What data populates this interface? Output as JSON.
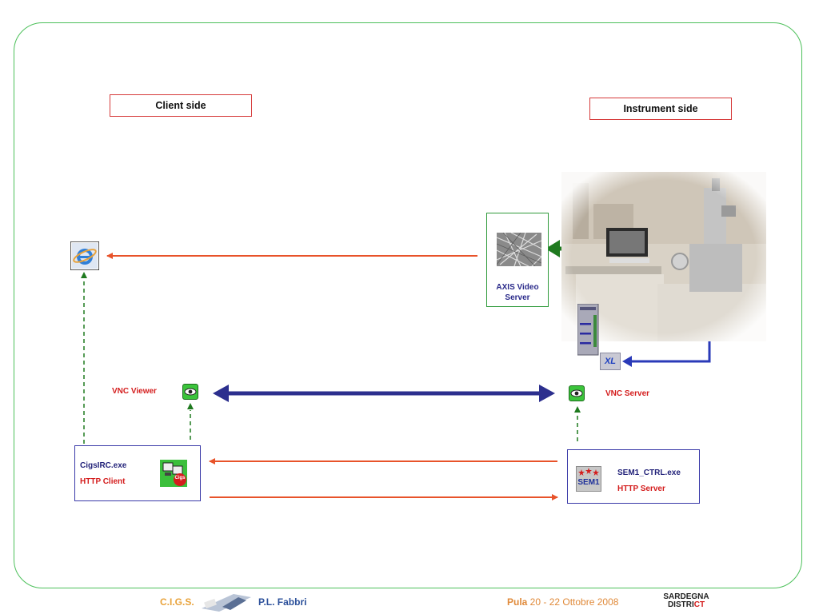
{
  "labels": {
    "client_side": "Client side",
    "instrument_side": "Instrument  side"
  },
  "axis": {
    "label": "AXIS Video Server"
  },
  "xl_badge": "XL",
  "vnc": {
    "viewer": "VNC Viewer",
    "server": "VNC Server"
  },
  "client_node": {
    "exe": "CigsIRC.exe",
    "role": "HTTP Client",
    "icon_text": "Cigs"
  },
  "server_node": {
    "exe": "SEM1_CTRL.exe",
    "role": "HTTP Server",
    "icon_text": "SEM1"
  },
  "footer": {
    "org": "C.I.G.S.",
    "author": "P.L. Fabbri",
    "place": "Pula",
    "dates": " 20 - 22 Ottobre 2008",
    "logo_line1": "SARDEGNA",
    "logo_line2_a": "DISTRI",
    "logo_line2_b": "CT"
  },
  "colors": {
    "frame": "#4cc05a",
    "http_arrow": "#e8532a",
    "vnc_arrow": "#2c2f8e",
    "video_arrow": "#1f7a1f",
    "dashed": "#1f7a1f",
    "xl_arrow": "#2a3ab8"
  }
}
